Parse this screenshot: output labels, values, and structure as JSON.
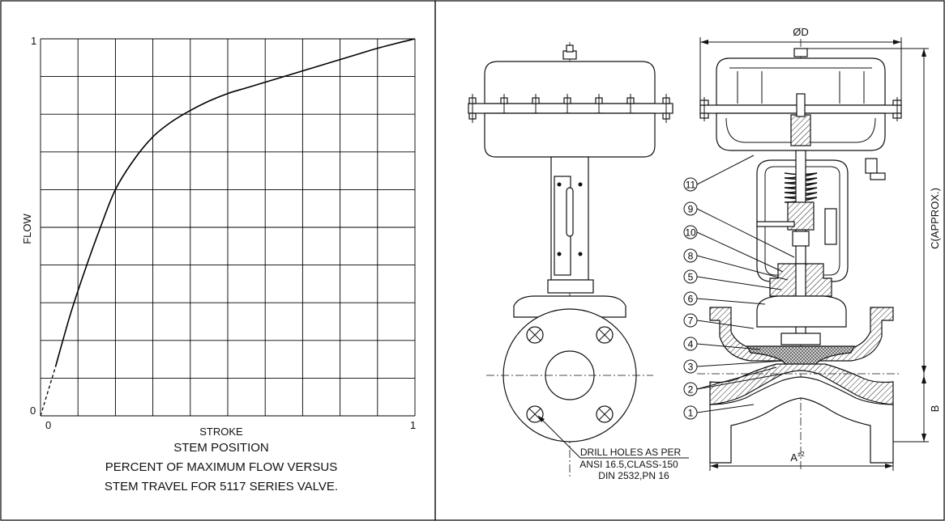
{
  "chart": {
    "y_axis_title": "FLOW",
    "x_axis_title": "STROKE",
    "y_tick_top": "1",
    "y_tick_bottom": "0",
    "x_tick_left": "0",
    "x_tick_right": "1",
    "caption_line1": "STEM POSITION",
    "caption_line2": "PERCENT OF MAXIMUM FLOW VERSUS",
    "caption_line3": "STEM TRAVEL FOR 5117 SERIES VALVE."
  },
  "chart_data": {
    "type": "line",
    "xlabel": "STROKE",
    "ylabel": "FLOW",
    "xlim": [
      0,
      1
    ],
    "ylim": [
      0,
      1
    ],
    "grid": true,
    "series": [
      {
        "x": [
          0,
          0.04,
          0.08,
          0.12,
          0.16,
          0.2,
          0.25,
          0.3,
          0.35,
          0.4,
          0.45,
          0.5,
          0.55,
          0.6,
          0.65,
          0.7,
          0.75,
          0.8,
          0.85,
          0.9,
          0.95,
          1.0
        ],
        "y": [
          0,
          0.13,
          0.27,
          0.39,
          0.5,
          0.6,
          0.68,
          0.74,
          0.78,
          0.81,
          0.835,
          0.855,
          0.87,
          0.885,
          0.9,
          0.915,
          0.93,
          0.945,
          0.96,
          0.975,
          0.988,
          1.0
        ],
        "dashed_until_x": 0.04
      }
    ]
  },
  "drawing": {
    "dim_diameter": "ØD",
    "dim_height": "C(APPROX.)",
    "dim_b": "B",
    "dim_a": "A",
    "dim_a_tolerance": "±2",
    "note_line1": "DRILL HOLES AS PER",
    "note_line2": "ANSI 16.5,CLASS-150",
    "note_line3": "DIN 2532,PN 16",
    "callouts": [
      "11",
      "9",
      "10",
      "8",
      "5",
      "6",
      "7",
      "4",
      "3",
      "2",
      "1"
    ]
  }
}
